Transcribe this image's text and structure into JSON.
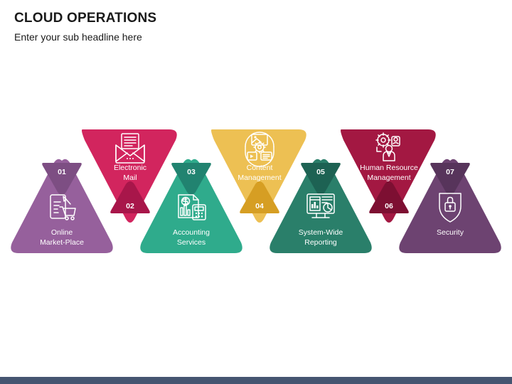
{
  "header": {
    "title": "CLOUD OPERATIONS",
    "subtitle": "Enter your sub headline here"
  },
  "colors": {
    "orchid": "#96609c",
    "orchid_dark": "#7d4e83",
    "crimson": "#d2255e",
    "crimson_dark": "#a8164a",
    "teal": "#2fab8c",
    "teal_dark": "#218370",
    "yellow": "#edc053",
    "yellow_dark": "#d69e23",
    "dark_teal": "#2a7f6a",
    "dark_teal_dark": "#1d6253",
    "maroon": "#a31842",
    "maroon_dark": "#7d0f32",
    "plum": "#6d4371",
    "plum_dark": "#57345b",
    "footer_bar": "#455571",
    "text_dark": "#1a1a1a",
    "label_white": "#ffffff"
  },
  "items": [
    {
      "number": "01",
      "label_line1": "Online",
      "label_line2": "Market-Place",
      "icon": "mobile-shopping-cart-icon",
      "direction": "up",
      "color": "#96609c",
      "badge_color": "#7d4e83"
    },
    {
      "number": "02",
      "label_line1": "Electronic",
      "label_line2": "Mail",
      "icon": "open-envelope-icon",
      "direction": "down",
      "color": "#d2255e",
      "badge_color": "#a8164a"
    },
    {
      "number": "03",
      "label_line1": "Accounting",
      "label_line2": "Services",
      "icon": "invoice-calculator-icon",
      "direction": "up",
      "color": "#2fab8c",
      "badge_color": "#218370"
    },
    {
      "number": "04",
      "label_line1": "Content",
      "label_line2": "Management",
      "icon": "media-gear-icon",
      "direction": "down",
      "color": "#edc053",
      "badge_color": "#d69e23"
    },
    {
      "number": "05",
      "label_line1": "System-Wide",
      "label_line2": "Reporting",
      "icon": "monitor-dashboard-icon",
      "direction": "up",
      "color": "#2a7f6a",
      "badge_color": "#1d6253"
    },
    {
      "number": "06",
      "label_line1": "Human Resource",
      "label_line2": "Management",
      "icon": "gear-person-icon",
      "direction": "down",
      "color": "#a31842",
      "badge_color": "#7d0f32"
    },
    {
      "number": "07",
      "label_line1": "Security",
      "label_line2": "",
      "icon": "shield-lock-icon",
      "direction": "up",
      "color": "#6d4371",
      "badge_color": "#57345b"
    }
  ]
}
